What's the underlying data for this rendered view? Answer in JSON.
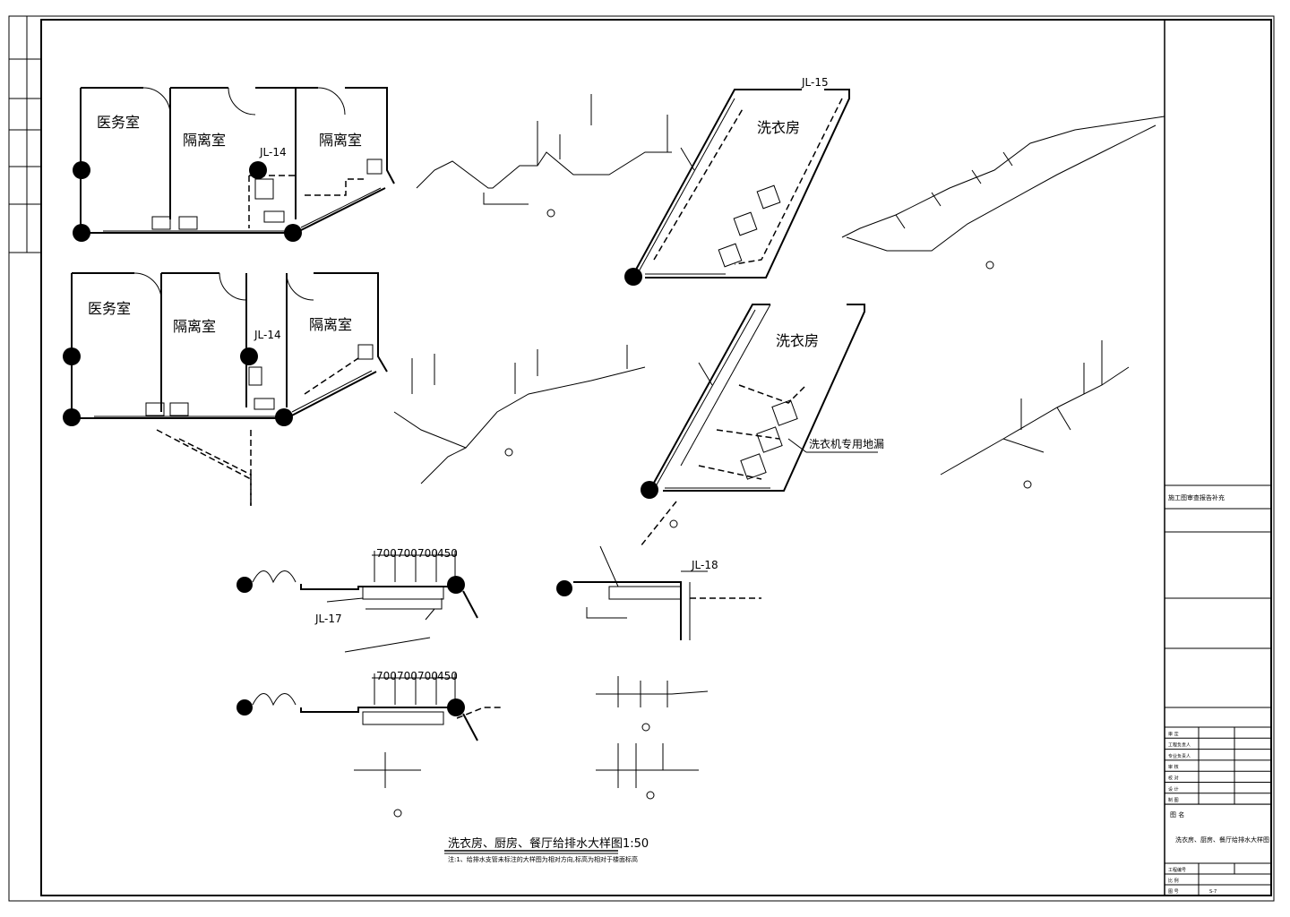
{
  "rooms": {
    "medical": "医务室",
    "isolation": "隔离室",
    "laundry": "洗衣房"
  },
  "pipe_ids": {
    "jl14": "JL-14",
    "jl15": "JL-15",
    "jl17": "JL-17",
    "jl18": "JL-18"
  },
  "annotations": {
    "washer_drain": "洗衣机专用地漏"
  },
  "dimensions": [
    "700",
    "700",
    "700",
    "450"
  ],
  "drawing_title": "洗衣房、厨房、餐厅给排水大样图1:50",
  "drawing_note": "注:1、给排水支管未标注的大样图为相对方向,标高为相对于楼面标高",
  "title_block": {
    "project_name": "施工图审查报告补充",
    "roles": [
      "审 定",
      "工程负责人",
      "专业负责人",
      "审 核",
      "校 对",
      "设 计",
      "制 图"
    ],
    "drawing_label": "图 名",
    "drawing_name": "洗衣房、厨房、餐厅给排水大样图",
    "number_label": "工程编号",
    "scale_label": "比 例",
    "sheet_label": "图 号",
    "sheet_number": "S-7"
  }
}
